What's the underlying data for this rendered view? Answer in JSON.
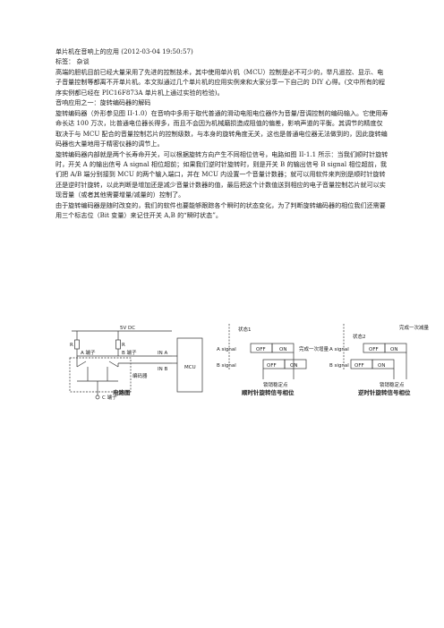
{
  "article": {
    "title_line": "单片机在音响上的应用  (2012-03-04 19:50:57)",
    "tag_line": "标签：   杂谈",
    "paragraphs": [
      "高端的胆机目前已经大量采用了先进的控制技术，其中使用单片机（MCU）控制是必不可少的，举凡遥控、显示、电子音量控制等都离不开单片机。本文拟通过几个单片机的应用实例来和大家分享一下自己的 DIY 心得。(文中所有的程序实例都已经在 PIC16F873A 单片机上通过实验的检验)。",
      "音响应用之一：旋转编码器的解码",
      "旋转编码器（外形参见图 II-1.0）在音响中多用于取代普通的滑动电阻电位器作为音量/音调控制的编码输入。它使用寿命长达 100 万次，比普通电位器长得多，而且不会因为机械磨损造成阻值的偏差，影响声道的平衡。其调节的精度仅取决于与 MCU 配合的音量控制芯片的控制级数，与本身的旋转角度无关，这也是普通电位器无法做到的，因此旋转编码器也大量地用于精密仪器的调节上。",
      "旋转编码器内部就是两个长寿命开关，可以根据旋转方向产生不同相位信号，电路如图 II-1.1 所示：当我们顺时针旋转时，开关 A 的输出信号 A signal 相位超前；如果我们逆时针旋转时，则是开关 B 的输出信号 B signal 相位超前，我们把 A/B 端分别接到 MCU 的两个输入端口，并在 MCU 内设置一个音量计数器；就可以用软件来判别是顺时针旋转还是逆时针旋转，以此判断是增加还是减少音量计数器的值，最后把这个计数值送到相应的电子音量控制芯片就可以实现音量（或者其他需要增量/减量的）控制了。",
      "由于旋转编码器是随时改变的，我们的软件也要能够跟踪各个瞬时的状态变化，为了判断旋转编码器的相位我们还需要用三个标志位（Bit 变量）来记住开关 A,B 的“瞬时状态”。"
    ]
  },
  "figure": {
    "circuit": {
      "label_5vdc": "5V DC",
      "label_r_left": "R",
      "label_r_right": "R",
      "label_a": "A 端子",
      "label_b": "B 端子",
      "label_in_a": "IN A",
      "label_in_b": "IN B",
      "label_encoder": "编码器",
      "label_c": "C 端子",
      "label_mcu": "MCU",
      "caption": "电路图"
    },
    "cw": {
      "label_state": "状态1",
      "label_a": "A signal",
      "label_b": "B signal",
      "off": "OFF",
      "on": "ON",
      "label_done": "完成一次增量",
      "label_lock": "锁销稳定点",
      "caption": "顺时针旋转信号相位"
    },
    "ccw": {
      "label_state": "状态2",
      "label_a": "A signal",
      "label_b": "B signal",
      "off": "OFF",
      "on": "ON",
      "label_done": "完成一次减量",
      "label_lock": "锁销稳定点",
      "caption": "逆时针旋转信号相位"
    }
  }
}
